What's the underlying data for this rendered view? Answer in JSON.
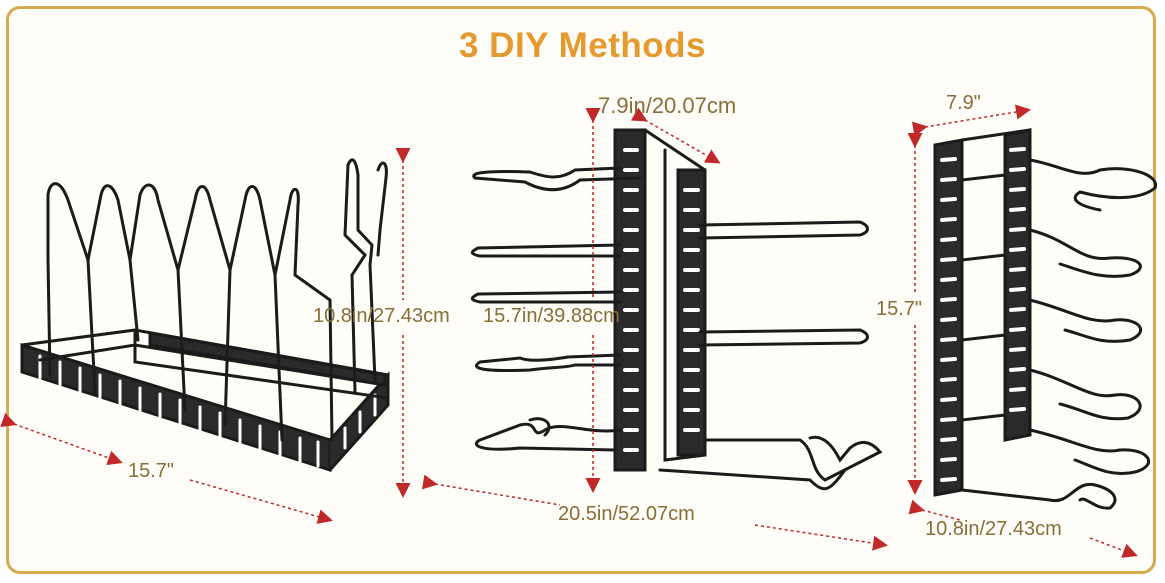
{
  "title": "3 DIY Methods",
  "rack1": {
    "width_label": "15.7\"",
    "height_label": "10.8in/27.43cm"
  },
  "rack2": {
    "depth_label": "7.9in/20.07cm",
    "height_label": "15.7in/39.88cm",
    "width_label": "20.5in/52.07cm"
  },
  "rack3": {
    "depth_label": "7.9\"",
    "height_label": "15.7\"",
    "width_label": "10.8in/27.43cm"
  },
  "colors": {
    "title": "#e49a2f",
    "border": "#d9a94e",
    "label": "#8a6d38",
    "arrow": "#c0282a",
    "rack": "#1b1b1b"
  }
}
